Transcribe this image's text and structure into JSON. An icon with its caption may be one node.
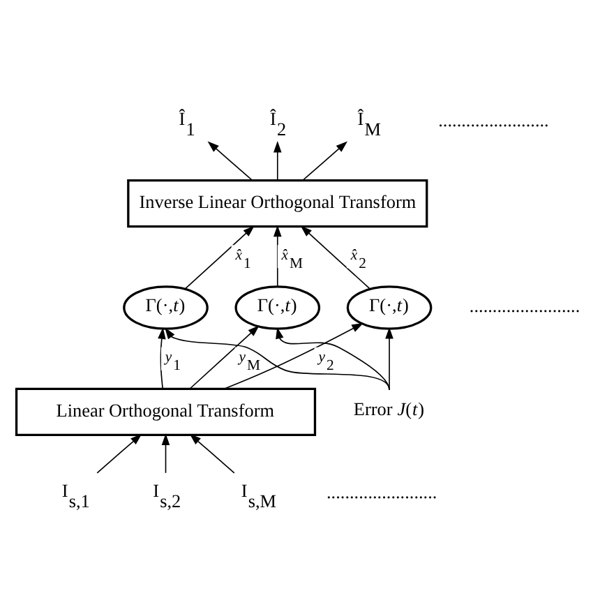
{
  "diagram": {
    "nodes": [
      {
        "text": [
          "Î$_{1}$"
        ]
      },
      {
        "text": [
          "Î$_{2}$"
        ]
      },
      {
        "text": [
          "Î$_{M}$"
        ]
      },
      {
        "text": [
          "Inverse Linear Orthogonal Transform"
        ]
      },
      {
        "text": [
          "Γ(·,*t*)"
        ]
      },
      {
        "text": [
          "Γ(·,*t*)"
        ]
      },
      {
        "text": [
          "Γ(·,*t*)"
        ]
      },
      {
        "text": [
          "Linear Orthogonal Transform"
        ]
      },
      {
        "text": [
          "I$_{s,1}$"
        ]
      },
      {
        "text": [
          "I$_{s,2}$"
        ]
      },
      {
        "text": [
          "I$_{s,M}$"
        ]
      },
      {
        "text": [
          "Error *J*(*t*)"
        ]
      }
    ],
    "edges": [
      {
        "from": 8,
        "to": 7,
        "arrow": "to"
      },
      {
        "from": 9,
        "to": 7,
        "arrow": "to"
      },
      {
        "from": 10,
        "to": 7,
        "arrow": "to"
      },
      {
        "from": 7,
        "to": 4,
        "arrow": "to",
        "label": "*y*$_{1}$"
      },
      {
        "from": 7,
        "to": 5,
        "arrow": "to",
        "label": "*y*$_{2}$"
      },
      {
        "from": 7,
        "to": 6,
        "arrow": "to",
        "label": "*y*$_{M}$"
      },
      {
        "from": 4,
        "to": 3,
        "arrow": "to",
        "label": "*x̂*$_{1}$"
      },
      {
        "from": 5,
        "to": 3,
        "arrow": "to",
        "label": "*x̂*$_{2}$"
      },
      {
        "from": 6,
        "to": 3,
        "arrow": "to",
        "label": "*x̂*$_{M}$"
      },
      {
        "from": 3,
        "to": 0,
        "arrow": "to"
      },
      {
        "from": 3,
        "to": 1,
        "arrow": "to"
      },
      {
        "from": 3,
        "to": 2,
        "arrow": "to"
      },
      {
        "from": 11,
        "to": 4,
        "arrow": "to"
      },
      {
        "from": 11,
        "to": 5,
        "arrow": "to"
      },
      {
        "from": 11,
        "to": 6,
        "arrow": "to"
      }
    ],
    "labels": [
      "........................",
      "........................",
      "........................"
    ]
  }
}
